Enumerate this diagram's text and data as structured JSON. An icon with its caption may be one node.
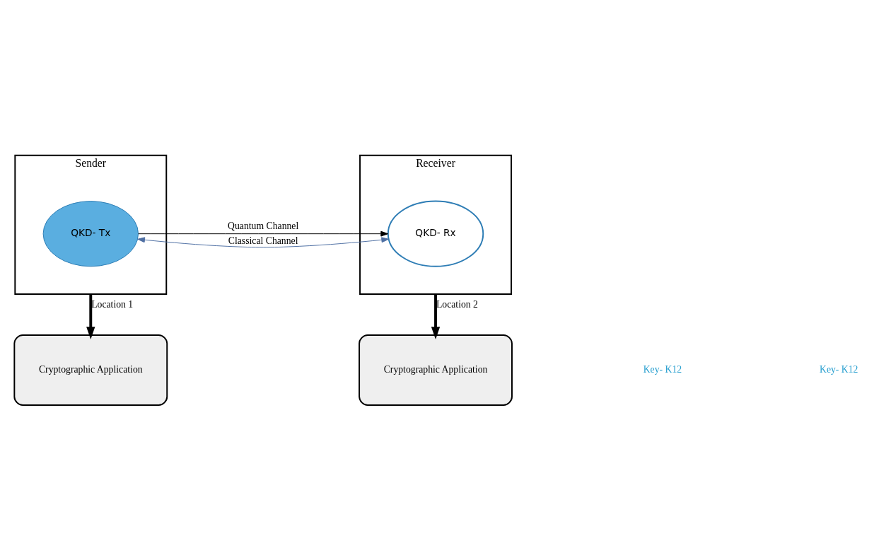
{
  "diagram": {
    "nodes": [
      {
        "text": [
          "Sender"
        ]
      },
      {
        "text": [
          "QKD- Tx"
        ],
        "in": 0
      },
      {
        "text": [
          "Receiver"
        ]
      },
      {
        "text": [
          "QKD- Rx"
        ],
        "in": 2
      },
      {
        "text": [
          "Cryptographic Application"
        ]
      },
      {
        "text": [
          "Cryptographic Application"
        ]
      }
    ],
    "edges": [
      {
        "from": 1,
        "to": 3,
        "arrow": "both",
        "label": "Classical Channel",
        "color": "#4f6fa3"
      },
      {
        "from": 1,
        "to": 3,
        "arrow": "to",
        "label": "Quantum Channel"
      },
      {
        "from": 0,
        "to": 4,
        "arrow": "to",
        "label": "Location 1",
        "style": "thick"
      },
      {
        "from": 2,
        "to": 5,
        "arrow": "to",
        "label": "Location 2",
        "style": "thick"
      }
    ],
    "labels": [
      "Key- K12",
      "Key- K12"
    ]
  }
}
